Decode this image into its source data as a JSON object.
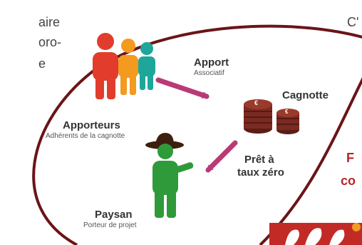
{
  "left_text_fragments": [
    "aire",
    "oro-",
    "e"
  ],
  "right_text_fragments": {
    "top": "C'",
    "red_line1": "F",
    "red_line2": "co"
  },
  "nodes": {
    "apporteurs": {
      "title": "Apporteurs",
      "subtitle": "Adhérents de la cagnotte"
    },
    "apport": {
      "title": "Apport",
      "subtitle": "Associatif"
    },
    "cagnotte": {
      "title": "Cagnotte",
      "coin_symbol": "€"
    },
    "pret": {
      "line1": "Prêt à",
      "line2": "taux zéro"
    },
    "paysan": {
      "title": "Paysan",
      "subtitle": "Porteur de projet"
    }
  },
  "colors": {
    "outline": "#6b1418",
    "arrow": "#b93a76",
    "person_red": "#e23c2c",
    "person_orange": "#f39a1f",
    "person_teal": "#1ea69b",
    "paysan_green": "#2f9a3a",
    "coin": "#7a2a21",
    "accent_red": "#b5272d"
  }
}
